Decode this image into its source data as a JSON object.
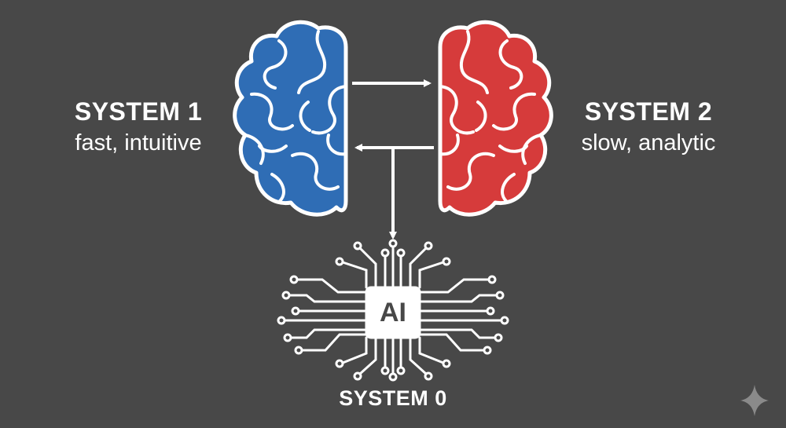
{
  "system1": {
    "title": "SYSTEM 1",
    "subtitle": "fast, intuitive",
    "color": "#2f6db5"
  },
  "system2": {
    "title": "SYSTEM 2",
    "subtitle": "slow, analytic",
    "color": "#d63b3b"
  },
  "system0": {
    "title": "SYSTEM 0",
    "chip_label": "AI"
  },
  "colors": {
    "background": "#484848",
    "line": "#ffffff"
  },
  "icons": [
    "brain-left-icon",
    "brain-right-icon",
    "ai-chip-icon",
    "sparkle-icon"
  ]
}
